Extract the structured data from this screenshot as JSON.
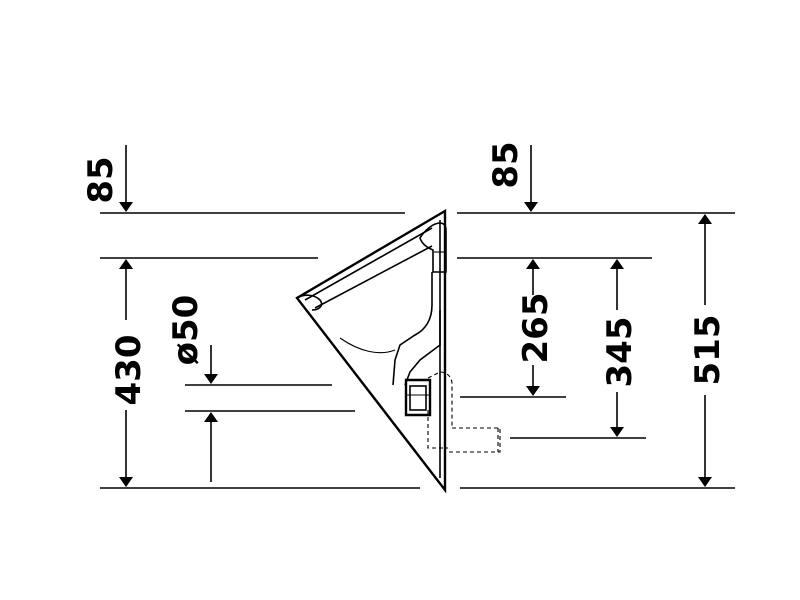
{
  "dimensions": {
    "top_left": "85",
    "top_right": "85",
    "height_left": "430",
    "pipe_diameter": "ø50",
    "inlet_height": "265",
    "outlet_height": "345",
    "total_height": "515"
  },
  "colors": {
    "line": "#000000",
    "background": "#ffffff"
  }
}
